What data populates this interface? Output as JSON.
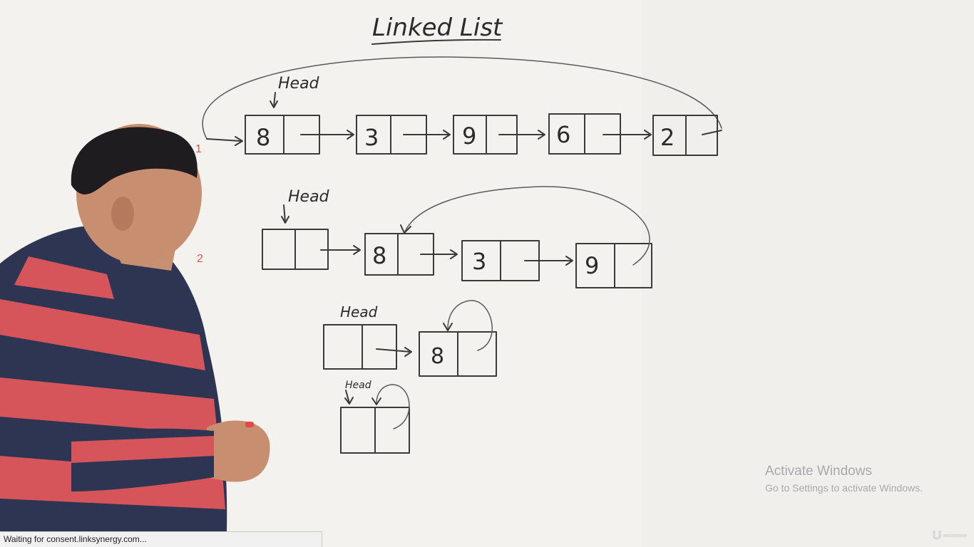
{
  "board": {
    "title": "Linked List",
    "head_label": "Head",
    "list1": {
      "values": [
        "8",
        "3",
        "9",
        "6",
        "2"
      ],
      "marker": "1"
    },
    "list2": {
      "values": [
        "",
        "8",
        "3",
        "9"
      ],
      "marker": "2"
    },
    "list3": {
      "values": [
        "",
        "8"
      ]
    },
    "list4": {
      "values": [
        ""
      ]
    }
  },
  "watermark": {
    "title": "Activate Windows",
    "subtitle": "Go to Settings to activate Windows."
  },
  "status_bar": {
    "text": "Waiting for consent.linksynergy.com..."
  },
  "logo": {
    "icon": "udemy-logo-icon"
  }
}
